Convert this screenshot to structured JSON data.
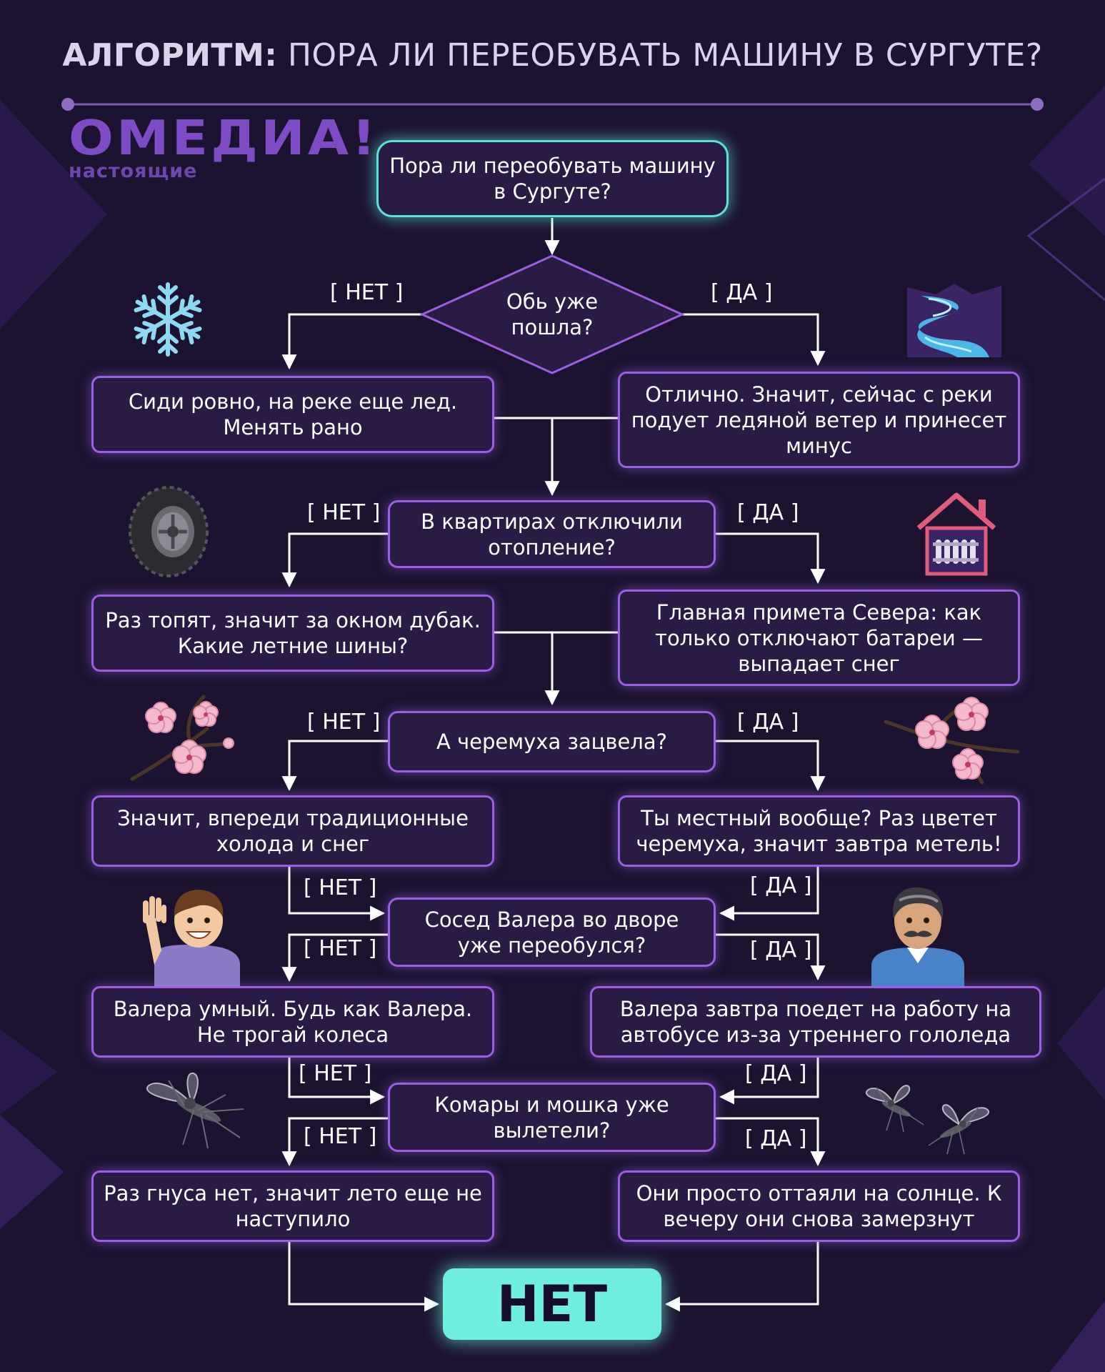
{
  "title": {
    "bold": "АЛГОРИТМ:",
    "rest": "ПОРА ЛИ ПЕРЕОБУВАТЬ МАШИНУ В СУРГУТЕ?"
  },
  "logo": {
    "main": "ОМЕДИА!",
    "sub": "настоящие"
  },
  "labels": {
    "no": "[ НЕТ ]",
    "yes": "[ ДА ]"
  },
  "nodes": {
    "start": "Пора ли переобувать машину в Сургуте?",
    "q1": "Обь уже пошла?",
    "q1_no": "Сиди ровно, на реке еще лед. Менять рано",
    "q1_yes": "Отлично. Значит, сейчас с реки подует ледяной ветер и принесет минус",
    "q2": "В квартирах отключили отопление?",
    "q2_no": "Раз топят, значит за окном дубак. Какие летние шины?",
    "q2_yes": "Главная примета Севера: как только отключают батареи — выпадает снег",
    "q3": "А черемуха зацвела?",
    "q3_no": "Значит, впереди традиционные холода и снег",
    "q3_yes": "Ты местный вообще? Раз цветет черемуха, значит завтра метель!",
    "q4": "Сосед Валера во дворе уже переобулся?",
    "q4_no": "Валера умный. Будь как Валера. Не трогай колеса",
    "q4_yes": "Валера завтра поедет на работу на автобусе из-за утреннего гололеда",
    "q5": "Комары и мошка уже вылетели?",
    "q5_no": "Раз гнуса нет, значит лето еще не наступило",
    "q5_yes": "Они просто оттаяли на солнце. К вечеру они снова замерзнут",
    "end": "НЕТ"
  },
  "icons": [
    "snowflake-icon",
    "river-icon",
    "tire-icon",
    "radiator-house-icon",
    "cherry-blossom-icon",
    "cherry-blossom-icon",
    "waving-man-icon",
    "mustache-man-icon",
    "mosquito-icon",
    "mosquito-icon"
  ],
  "colors": {
    "background": "#1c1330",
    "accent_purple": "#9b5fe3",
    "accent_teal": "#58e3d6",
    "end_fill": "#6eeedc"
  }
}
